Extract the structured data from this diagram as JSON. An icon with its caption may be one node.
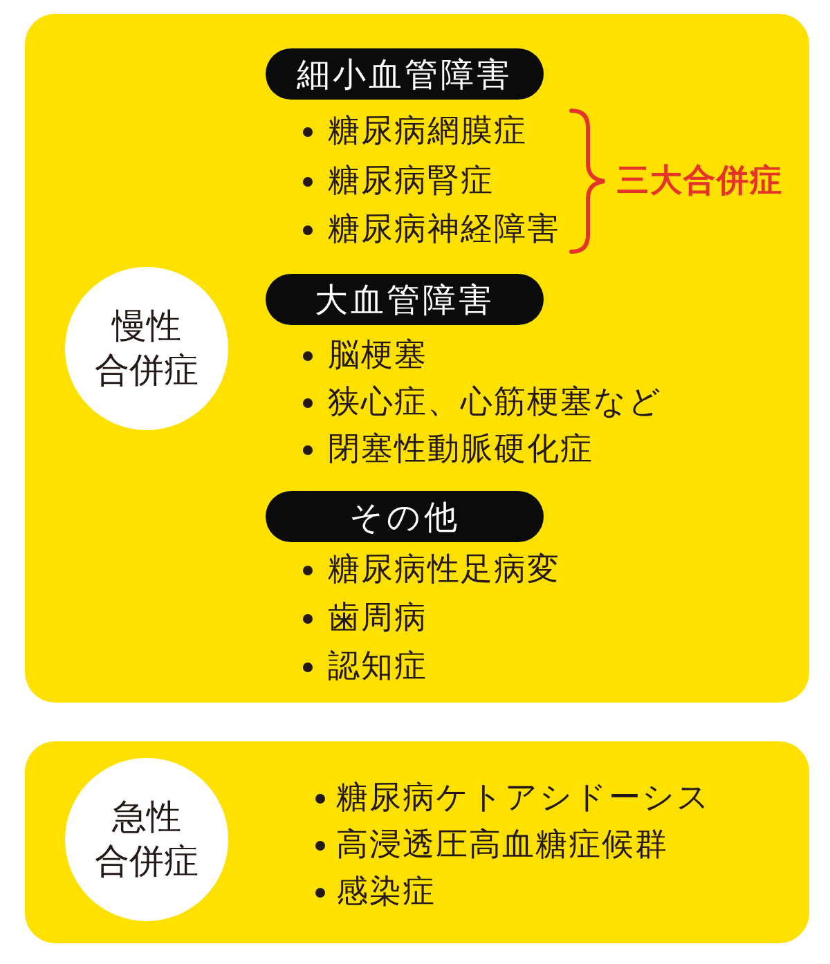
{
  "diagram": {
    "nodes": [
      {
        "text": [],
        "shape": "box"
      },
      {
        "text": [
          "慢性合併症"
        ],
        "in": 0
      },
      {
        "text": [
          "細小血管障害"
        ],
        "in": 0,
        "beside": [
          "糖尿病網膜症",
          "糖尿病腎症",
          "糖尿病神経障害"
        ]
      },
      {
        "text": [
          "大血管障害"
        ],
        "in": 0,
        "beside": [
          "脳梗塞",
          "狭心症、心筋梗塞など",
          "閉塞性動脈硬化症"
        ]
      },
      {
        "text": [
          "その他"
        ],
        "in": 0,
        "beside": [
          "糖尿病性足病変",
          "歯周病",
          "認知症"
        ]
      },
      {
        "text": [],
        "shape": "box"
      },
      {
        "text": [
          "急性合併症"
        ],
        "in": 5,
        "beside": [
          "糖尿病ケトアシドーシス",
          "高浸透圧高血糖症候群",
          "感染症"
        ]
      }
    ],
    "labels": [
      "三大合併症"
    ]
  }
}
